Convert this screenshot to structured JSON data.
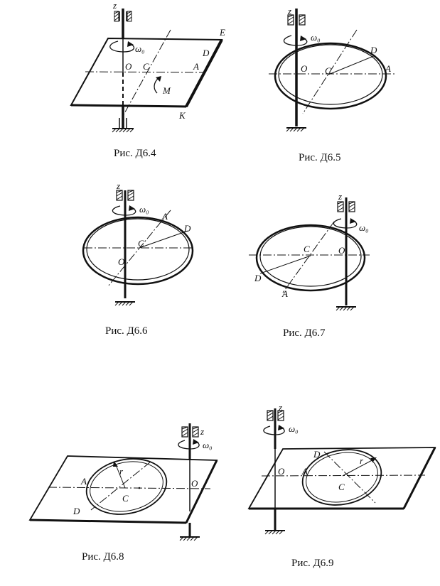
{
  "figures": [
    {
      "caption": "Рис. Д6.4",
      "labels": {
        "axis": "z",
        "omega": "ω₀",
        "O": "O",
        "C": "C",
        "A": "A",
        "D": "D",
        "E": "E",
        "K": "K",
        "M": "M"
      }
    },
    {
      "caption": "Рис. Д6.5",
      "labels": {
        "axis": "z",
        "omega": "ω₀",
        "O": "O",
        "C": "C",
        "A": "A",
        "D": "D"
      }
    },
    {
      "caption": "Рис. Д6.6",
      "labels": {
        "axis": "z",
        "omega": "ω₀",
        "O": "O",
        "C": "C",
        "A": "A",
        "D": "D"
      }
    },
    {
      "caption": "Рис. Д6.7",
      "labels": {
        "axis": "z",
        "omega": "ω₀",
        "O": "O",
        "C": "C",
        "A": "A",
        "D": "D"
      }
    },
    {
      "caption": "Рис. Д6.8",
      "labels": {
        "axis": "z",
        "omega": "ω₀",
        "O": "O",
        "C": "C",
        "A": "A",
        "D": "D",
        "r": "r"
      }
    },
    {
      "caption": "Рис. Д6.9",
      "labels": {
        "axis": "z",
        "omega": "ω₀",
        "O": "O",
        "C": "C",
        "A": "A",
        "D": "D",
        "r": "r"
      }
    }
  ]
}
